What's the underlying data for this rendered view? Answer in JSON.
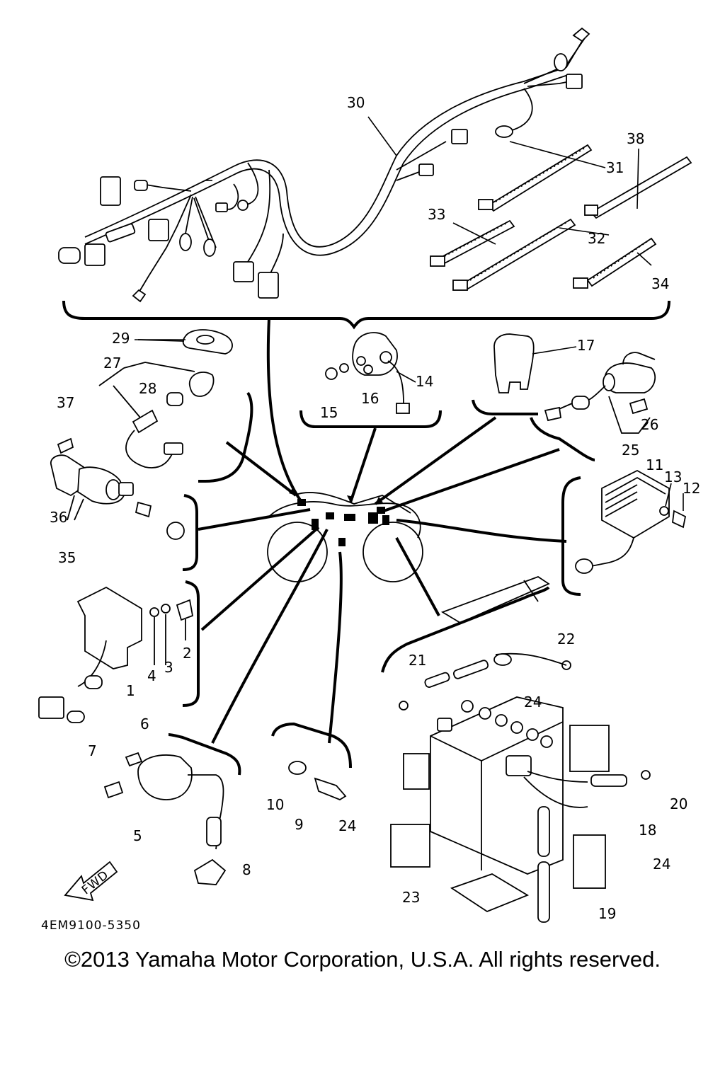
{
  "diagram": {
    "part_code": "4EM9100-5350",
    "fwd_label": "FWD",
    "copyright": "©2013 Yamaha Motor Corporation, U.S.A. All rights reserved.",
    "callouts": [
      "1",
      "2",
      "3",
      "4",
      "5",
      "6",
      "7",
      "8",
      "9",
      "10",
      "11",
      "12",
      "13",
      "14",
      "15",
      "16",
      "17",
      "18",
      "19",
      "20",
      "21",
      "22",
      "23",
      "24",
      "25",
      "26",
      "27",
      "28",
      "29",
      "30",
      "31",
      "32",
      "33",
      "34",
      "35",
      "36",
      "37",
      "38"
    ],
    "callout_24": "24"
  }
}
